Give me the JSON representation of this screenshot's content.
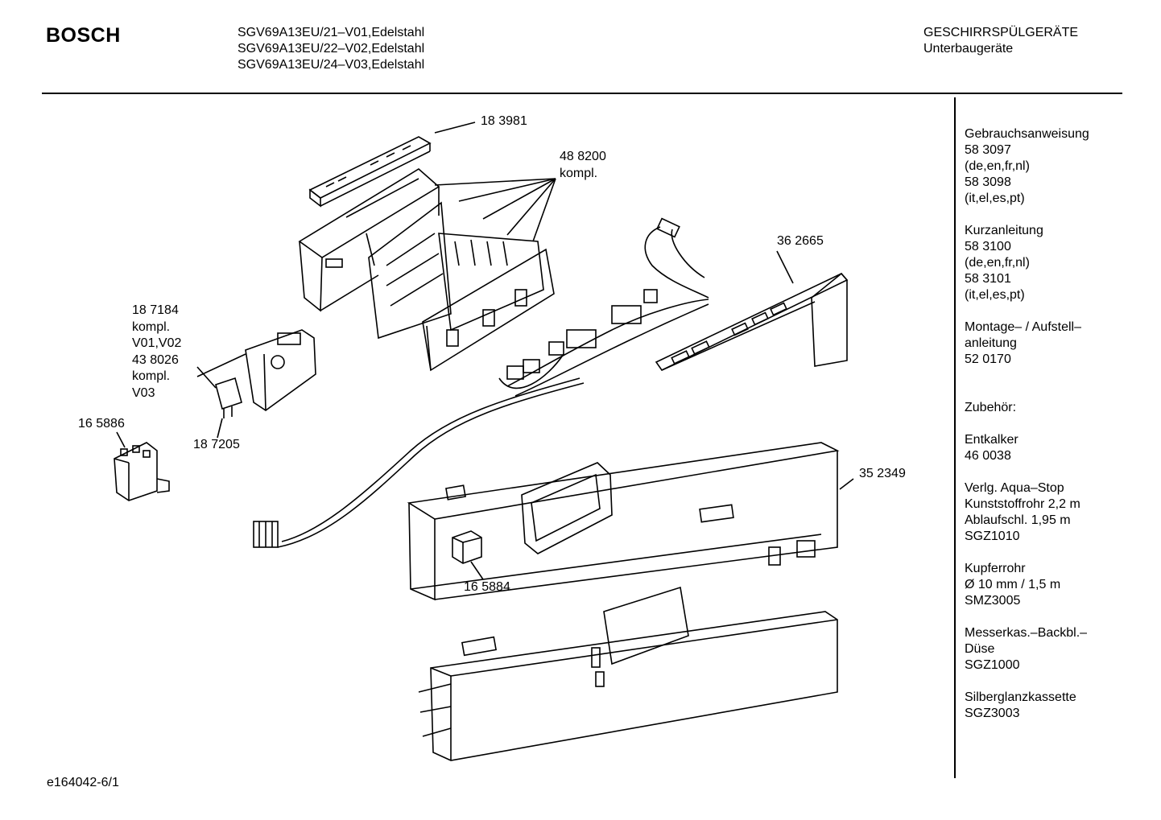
{
  "header": {
    "brand": "BOSCH",
    "models": [
      "SGV69A13EU/21–V01,Edelstahl",
      "SGV69A13EU/22–V02,Edelstahl",
      "SGV69A13EU/24–V03,Edelstahl"
    ],
    "category": [
      "GESCHIRRSPÜLGERÄTE",
      "Unterbaugeräte"
    ]
  },
  "parts": {
    "p183981": "18 3981",
    "p488200": [
      "48 8200",
      "kompl."
    ],
    "p362665": "36 2665",
    "p187184": [
      "18 7184",
      "kompl.",
      "V01,V02",
      "43 8026",
      "kompl.",
      "V03"
    ],
    "p165886": "16 5886",
    "p187205": "18 7205",
    "p352349": "35 2349",
    "p165884": "16 5884"
  },
  "sidebar": [
    [
      "Gebrauchsanweisung",
      "58 3097",
      "(de,en,fr,nl)",
      "58 3098",
      "(it,el,es,pt)"
    ],
    [
      "Kurzanleitung",
      "58 3100",
      "(de,en,fr,nl)",
      "58 3101",
      "(it,el,es,pt)"
    ],
    [
      "Montage– / Aufstell–",
      "anleitung",
      "52 0170"
    ],
    [
      "Zubehör:"
    ],
    [
      "Entkalker",
      "46 0038"
    ],
    [
      "Verlg. Aqua–Stop",
      "Kunststoffrohr 2,2 m",
      "Ablaufschl. 1,95 m",
      "SGZ1010"
    ],
    [
      "Kupferrohr",
      "Ø 10 mm / 1,5 m",
      "SMZ3005"
    ],
    [
      "Messerkas.–Backbl.–",
      "Düse",
      "SGZ1000"
    ],
    [
      "Silberglanzkassette",
      "SGZ3003"
    ]
  ],
  "footer": {
    "drawing_id": "e164042-6/1"
  }
}
